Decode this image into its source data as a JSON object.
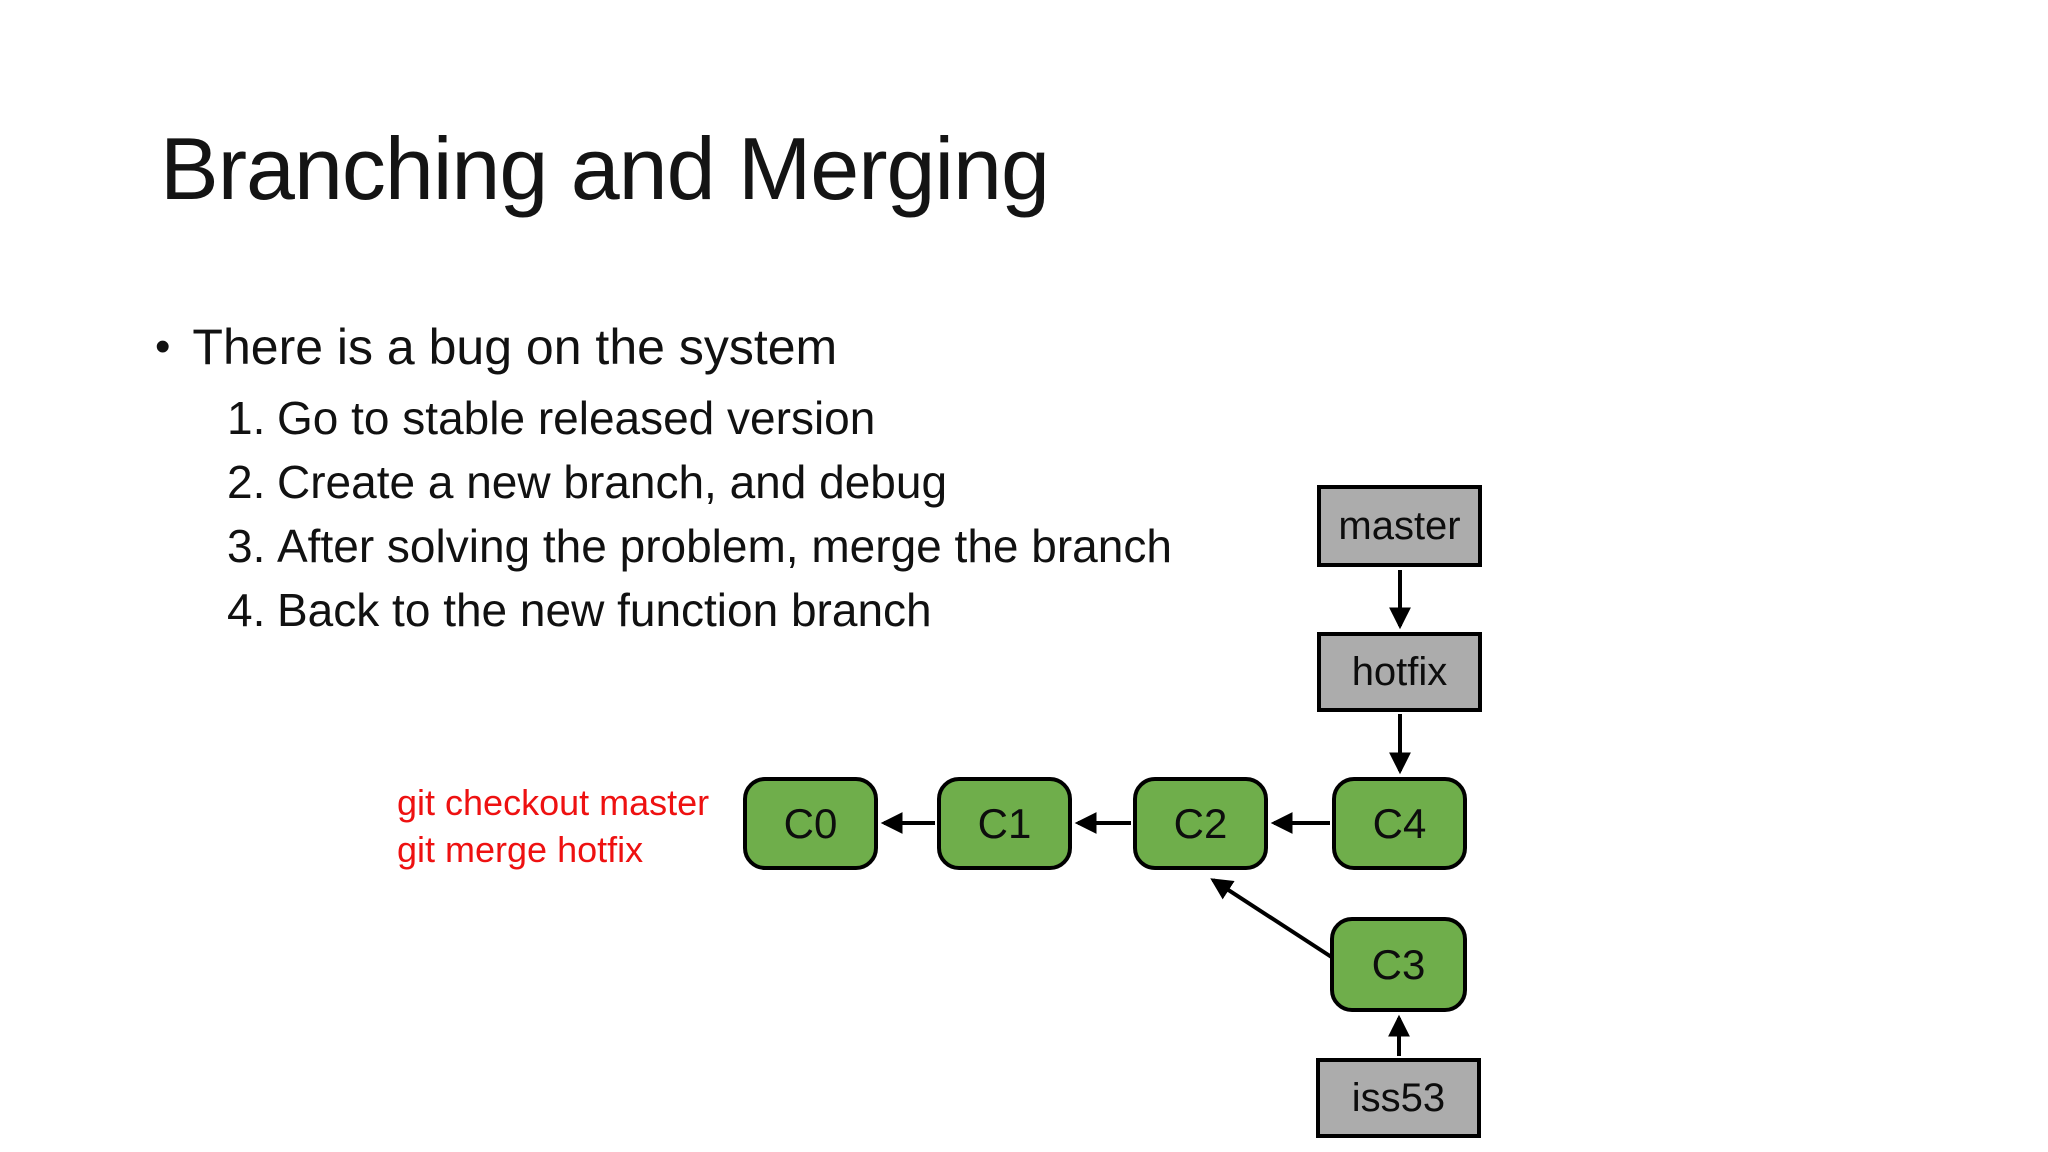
{
  "slide": {
    "title": "Branching and Merging",
    "bullet_glyph": "•",
    "bullet": "There is a bug on the system",
    "steps": [
      {
        "num": "1.",
        "text": "Go to stable released version"
      },
      {
        "num": "2.",
        "text": "Create a new branch, and debug"
      },
      {
        "num": "3.",
        "text": "After solving the problem, merge the branch"
      },
      {
        "num": "4.",
        "text": "Back to the new function branch"
      }
    ],
    "code": {
      "line1": "git checkout master",
      "line2": "git merge hotfix"
    }
  },
  "diagram": {
    "branches": [
      {
        "label": "master"
      },
      {
        "label": "hotfix"
      },
      {
        "label": "iss53"
      }
    ],
    "commits": [
      {
        "label": "C0"
      },
      {
        "label": "C1"
      },
      {
        "label": "C2"
      },
      {
        "label": "C4"
      },
      {
        "label": "C3"
      }
    ],
    "edges": [
      {
        "from": "master",
        "to": "hotfix"
      },
      {
        "from": "hotfix",
        "to": "C4"
      },
      {
        "from": "C1",
        "to": "C0"
      },
      {
        "from": "C2",
        "to": "C1"
      },
      {
        "from": "C4",
        "to": "C2"
      },
      {
        "from": "C3",
        "to": "C2"
      },
      {
        "from": "iss53",
        "to": "C3"
      }
    ],
    "colors": {
      "commit_fill": "#6fae4b",
      "branch_fill": "#acacac",
      "outline": "#000000",
      "code_text": "#ee1111",
      "body_text": "#111111"
    }
  }
}
